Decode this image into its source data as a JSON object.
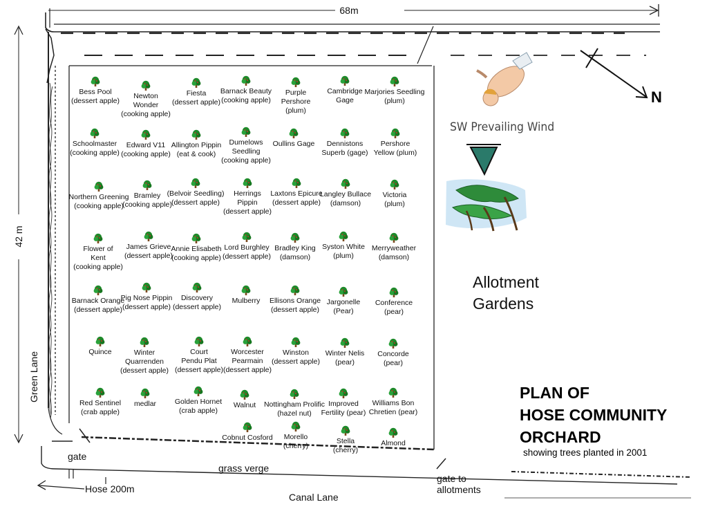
{
  "plan": {
    "title_lines": [
      "PLAN OF",
      "HOSE COMMUNITY",
      "ORCHARD"
    ],
    "subtitle": "showing trees planted in 2001"
  },
  "labels": {
    "width": "68m",
    "height": "42 m",
    "allotment_line1": "Allotment",
    "allotment_line2": "Gardens",
    "wind": "SW Prevailing Wind",
    "north": "N",
    "green_lane": "Green Lane",
    "gate": "gate",
    "grass_verge": "grass verge",
    "gate_allot_line1": "gate to",
    "gate_allot_line2": "allotments",
    "hose": "Hose 200m",
    "canal_lane": "Canal Lane"
  },
  "trees": [
    {
      "lines": [
        "Bess Pool",
        "(dessert apple)"
      ]
    },
    {
      "lines": [
        "Newton",
        "Wonder",
        "(cooking apple)"
      ]
    },
    {
      "lines": [
        "Fiesta",
        "(dessert apple)"
      ]
    },
    {
      "lines": [
        "Barnack Beauty",
        "(cooking apple)"
      ]
    },
    {
      "lines": [
        "Purple",
        "Pershore",
        "(plum)"
      ]
    },
    {
      "lines": [
        "Cambridge",
        "Gage"
      ]
    },
    {
      "lines": [
        "Marjories Seedling",
        "(plum)"
      ]
    },
    {
      "lines": [
        "Schoolmaster",
        "(cooking apple)"
      ]
    },
    {
      "lines": [
        "Edward V11",
        "(cooking apple)"
      ]
    },
    {
      "lines": [
        "Allington Pippin",
        "(eat & cook)"
      ]
    },
    {
      "lines": [
        "Dumelows",
        "Seedling",
        "(cooking apple)"
      ]
    },
    {
      "lines": [
        "Oullins Gage"
      ]
    },
    {
      "lines": [
        "Dennistons",
        "Superb (gage)"
      ]
    },
    {
      "lines": [
        "Pershore",
        "Yellow (plum)"
      ]
    },
    {
      "lines": [
        "Northern Greening",
        "(cooking apple)"
      ]
    },
    {
      "lines": [
        "Bramley",
        "(cooking apple)"
      ]
    },
    {
      "lines": [
        "(Belvoir Seedling)",
        "(dessert apple)"
      ]
    },
    {
      "lines": [
        "Herrings",
        "Pippin",
        "(dessert apple)"
      ]
    },
    {
      "lines": [
        "Laxtons Epicure",
        "(dessert apple)"
      ]
    },
    {
      "lines": [
        "Langley Bullace",
        "(damson)"
      ]
    },
    {
      "lines": [
        "Victoria",
        "(plum)"
      ]
    },
    {
      "lines": [
        "Flower of",
        "Kent",
        "(cooking apple)"
      ]
    },
    {
      "lines": [
        "James Grieve",
        "(dessert apple)"
      ]
    },
    {
      "lines": [
        "Annie Elisabeth",
        "(cooking apple)"
      ]
    },
    {
      "lines": [
        "Lord Burghley",
        "(dessert apple)"
      ]
    },
    {
      "lines": [
        "Bradley King",
        "(damson)"
      ]
    },
    {
      "lines": [
        "Syston White",
        "(plum)"
      ]
    },
    {
      "lines": [
        "Merryweather",
        "(damson)"
      ]
    },
    {
      "lines": [
        "Barnack Orange",
        "(dessert apple)"
      ]
    },
    {
      "lines": [
        "Pig Nose Pippin",
        "(dessert apple)"
      ]
    },
    {
      "lines": [
        "Discovery",
        "(dessert apple)"
      ]
    },
    {
      "lines": [
        "Mulberry"
      ]
    },
    {
      "lines": [
        "Ellisons Orange",
        "(dessert apple)"
      ]
    },
    {
      "lines": [
        "Jargonelle",
        "(Pear)"
      ]
    },
    {
      "lines": [
        "Conference",
        "(pear)"
      ]
    },
    {
      "lines": [
        "Quince"
      ]
    },
    {
      "lines": [
        "Winter",
        "Quarrenden",
        "(dessert apple)"
      ]
    },
    {
      "lines": [
        "Court",
        "Pendu Plat",
        "(dessert apple)"
      ]
    },
    {
      "lines": [
        "Worcester",
        "Pearmain",
        "(dessert apple)"
      ]
    },
    {
      "lines": [
        "Winston",
        "(dessert apple)"
      ]
    },
    {
      "lines": [
        "Winter Nelis",
        "(pear)"
      ]
    },
    {
      "lines": [
        "Concorde",
        "(pear)"
      ]
    },
    {
      "lines": [
        "Red Sentinel",
        "(crab apple)"
      ]
    },
    {
      "lines": [
        "medlar"
      ]
    },
    {
      "lines": [
        "Golden Hornet",
        "(crab apple)"
      ]
    },
    {
      "lines": [
        "Walnut"
      ]
    },
    {
      "lines": [
        "Nottingham Prolific",
        "(hazel nut)"
      ]
    },
    {
      "lines": [
        "Improved",
        "Fertility (pear)"
      ]
    },
    {
      "lines": [
        "Williams Bon",
        "Chretien (pear)"
      ]
    },
    {
      "lines": [
        "Cobnut Cosford"
      ]
    },
    {
      "lines": [
        "Morello",
        "(cherry)"
      ]
    },
    {
      "lines": [
        "Stella",
        "(cherry)"
      ]
    },
    {
      "lines": [
        "Almond"
      ]
    }
  ],
  "colors": {
    "line": "#222222",
    "tree_canopy": "#1f8a2a",
    "tree_fruit": "#c0392b",
    "trunk": "#7a4a1f",
    "arrow_fill": "#2a7a6a",
    "wind_text": "#444444"
  }
}
